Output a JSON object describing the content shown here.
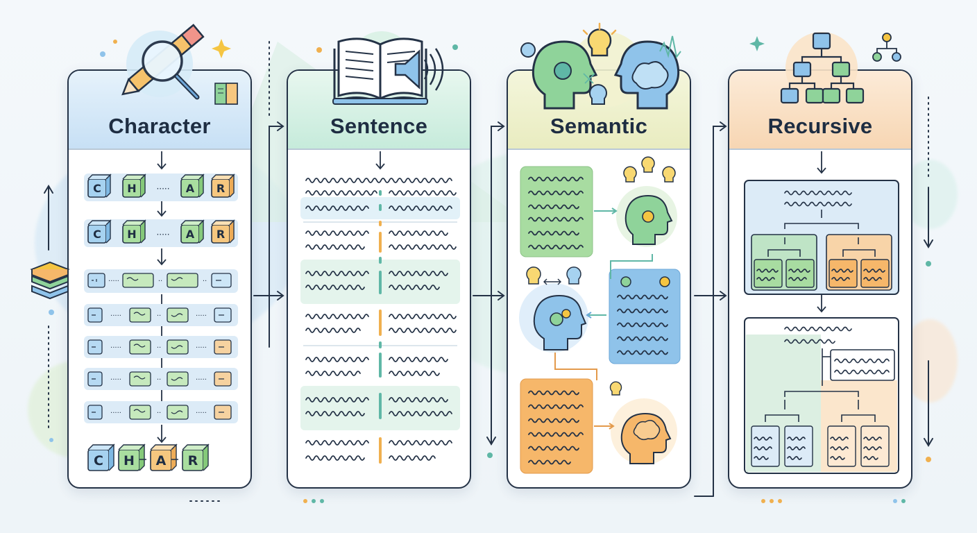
{
  "stages": [
    {
      "id": "character",
      "title": "Character",
      "icon": "magnifier-pencil-icon",
      "accent": "#c9e2f6"
    },
    {
      "id": "sentence",
      "title": "Sentence",
      "icon": "book-speaker-icon",
      "accent": "#c9ecdf"
    },
    {
      "id": "semantic",
      "title": "Semantic",
      "icon": "heads-lightbulb-icon",
      "accent": "#eef0c6"
    },
    {
      "id": "recursive",
      "title": "Recursive",
      "icon": "hierarchy-tree-icon",
      "accent": "#f8dcc0"
    }
  ],
  "character_blocks": {
    "row_top": [
      "C",
      "H",
      "A",
      "R"
    ],
    "row_bottom": [
      "C",
      "H",
      "A",
      "R"
    ]
  },
  "colors": {
    "blue": "#8fc3ea",
    "green": "#8fd39a",
    "orange": "#f5b76a",
    "navy": "#243246",
    "teal": "#5fb7a6"
  }
}
